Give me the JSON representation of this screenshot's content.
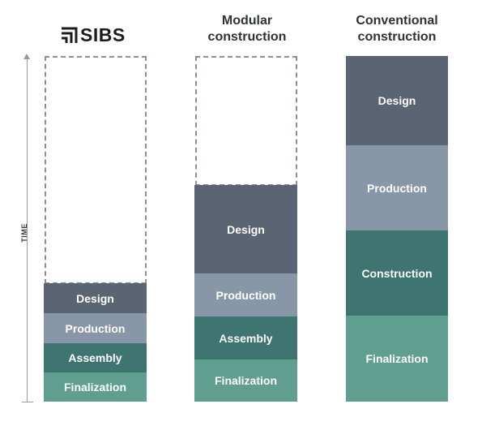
{
  "logo": {
    "text": "SIBS"
  },
  "axis": {
    "label": "TIME"
  },
  "columns": [
    {
      "title_line1": "",
      "title_line2": "",
      "segments": [
        "Design",
        "Production",
        "Assembly",
        "Finalization"
      ]
    },
    {
      "title_line1": "Modular",
      "title_line2": "construction",
      "segments": [
        "Design",
        "Production",
        "Assembly",
        "Finalization"
      ]
    },
    {
      "title_line1": "Conventional",
      "title_line2": "construction",
      "segments": [
        "Design",
        "Production",
        "Construction",
        "Finalization"
      ]
    }
  ],
  "colors": {
    "design": "#5b6473",
    "production": "#8897a7",
    "assembly": "#3e7570",
    "construction": "#3e7570",
    "finalization": "#609e8f",
    "dash": "#8a8f9b"
  }
}
